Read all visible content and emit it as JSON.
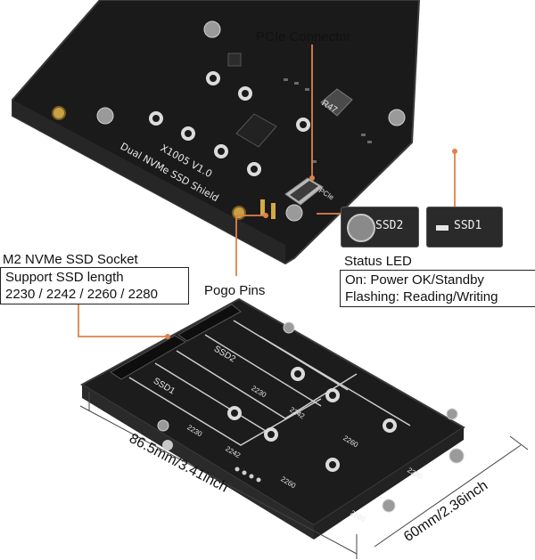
{
  "labels": {
    "pcie": "PCIe Connector",
    "pogo": "Pogo Pins",
    "led_title": "Status LED",
    "led_line1": "On: Power OK/Standby",
    "led_line2": "Flashing: Reading/Writing",
    "socket_title": "M2 NVMe SSD Socket",
    "socket_line1": "Support SSD length",
    "socket_line2": "2230 / 2242 / 2260 / 2280",
    "dim_long": "86.5mm/3.41inch",
    "dim_short": "60mm/2.36inch"
  },
  "board_print": {
    "model": "X1005 V1.0",
    "name": "Dual NVMe SSD Shield",
    "ssd1": "SSD1",
    "ssd2": "SSD2",
    "pcie_small": "PCIe",
    "chip": "R47",
    "len_2230": "2230",
    "len_2242": "2242",
    "len_2260": "2260",
    "len_2280": "2280"
  },
  "colors": {
    "pcb": "#141414",
    "pcb_edge": "#3a3a3a",
    "gold": "#c8a045",
    "leader": "#e0814a",
    "silk": "#e8e8e8"
  }
}
